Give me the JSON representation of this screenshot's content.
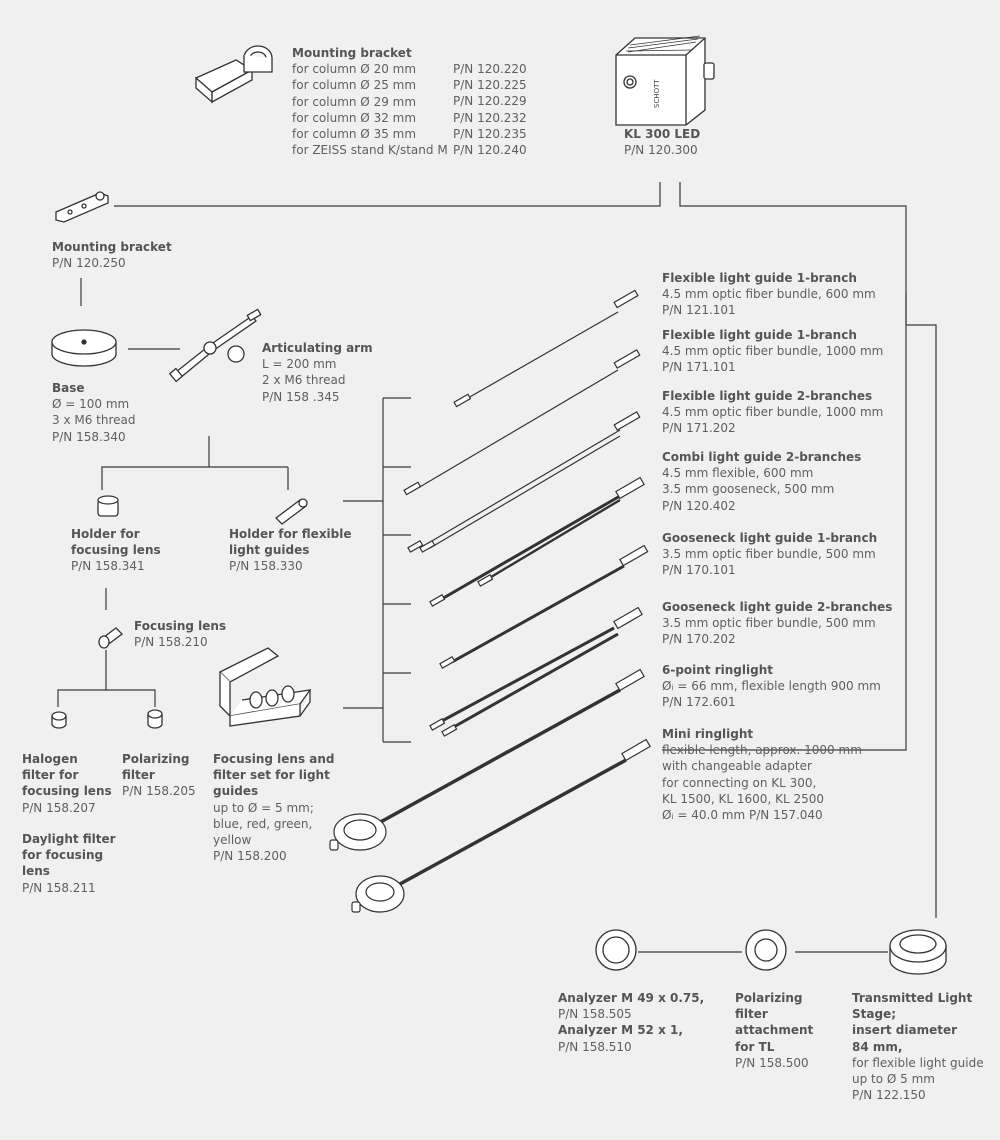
{
  "mounting_bracket_top": {
    "title": "Mounting bracket",
    "columns": [
      "for column Ø 20 mm",
      "for column Ø 25 mm",
      "for column Ø 29 mm",
      "for column Ø 32 mm",
      "for column Ø 35 mm",
      "for ZEISS stand K/stand M"
    ],
    "part_numbers": [
      "P/N 120.220",
      "P/N 120.225",
      "P/N 120.229",
      "P/N 120.232",
      "P/N 120.235",
      "P/N 120.240"
    ]
  },
  "kl300": {
    "title": "KL 300 LED",
    "pn": "P/N 120.300",
    "brand": "SCHOTT"
  },
  "mounting_bracket_left": {
    "title": "Mounting bracket",
    "pn": "P/N 120.250"
  },
  "base": {
    "title": "Base",
    "lines": [
      "Ø = 100 mm",
      "3 x M6 thread",
      "P/N 158.340"
    ]
  },
  "arm": {
    "title": "Articulating arm",
    "lines": [
      "L = 200 mm",
      "2 x M6 thread",
      "P/N 158 .345"
    ]
  },
  "holder_lens": {
    "title_lines": [
      "Holder for",
      "focusing lens"
    ],
    "pn": "P/N 158.341"
  },
  "holder_guides": {
    "title_lines": [
      "Holder for flexible",
      "light guides"
    ],
    "pn": "P/N 158.330"
  },
  "focusing_lens": {
    "title": "Focusing lens",
    "pn": "P/N 158.210"
  },
  "halogen": {
    "title_lines": [
      "Halogen",
      "filter for",
      "focusing lens"
    ],
    "pn": "P/N 158.207"
  },
  "polarizing": {
    "title_lines": [
      "Polarizing",
      "filter"
    ],
    "pn": "P/N 158.205"
  },
  "daylight": {
    "title_lines": [
      "Daylight filter",
      "for focusing",
      "lens"
    ],
    "pn": "P/N 158.211"
  },
  "lens_set": {
    "title_lines": [
      "Focusing lens and",
      "filter set for light",
      "guides"
    ],
    "lines": [
      "up to Ø = 5 mm;",
      "blue, red, green,",
      "yellow",
      "P/N 158.200"
    ]
  },
  "guides": [
    {
      "title": "Flexible light guide 1-branch",
      "lines": [
        "4.5 mm optic fiber bundle, 600 mm",
        "P/N 121.101"
      ]
    },
    {
      "title": "Flexible light guide 1-branch",
      "lines": [
        "4.5 mm optic fiber bundle, 1000 mm",
        "P/N 171.101"
      ]
    },
    {
      "title": "Flexible light guide 2-branches",
      "lines": [
        "4.5 mm optic fiber bundle, 1000 mm",
        "P/N 171.202"
      ]
    },
    {
      "title": "Combi light guide 2-branches",
      "lines": [
        "4.5 mm flexible, 600 mm",
        "3.5 mm gooseneck, 500 mm",
        "P/N 120.402"
      ]
    },
    {
      "title": "Gooseneck light guide 1-branch",
      "lines": [
        "3.5 mm optic fiber bundle, 500 mm",
        "P/N 170.101"
      ]
    },
    {
      "title": "Gooseneck light guide 2-branches",
      "lines": [
        "3.5 mm optic fiber bundle, 500 mm",
        "P/N 170.202"
      ]
    },
    {
      "title": "6-point ringlight",
      "lines": [
        "Øᵢ = 66 mm, flexible length 900 mm",
        "P/N 172.601"
      ]
    },
    {
      "title": "Mini ringlight",
      "lines": [
        "flexible length, approx. 1000 mm",
        "with changeable adapter",
        "for connecting on KL 300,",
        "KL 1500, KL 1600, KL 2500",
        "Øᵢ = 40.0 mm  P/N 157.040"
      ]
    }
  ],
  "analyzer": {
    "l1": "Analyzer M 49 x 0.75,",
    "l2": "P/N 158.505",
    "l3": "Analyzer M 52 x 1,",
    "l4": "P/N 158.510"
  },
  "pol_tl": {
    "title_lines": [
      "Polarizing",
      "filter",
      "attachment",
      "for TL"
    ],
    "pn": "P/N 158.500"
  },
  "tl_stage": {
    "title_lines": [
      "Transmitted Light",
      "Stage;",
      "insert diameter",
      "84 mm,"
    ],
    "lines": [
      "for flexible light guide",
      "up to Ø 5 mm",
      "P/N 122.150"
    ]
  },
  "colors": {
    "background": "#f0f0f0",
    "line": "#333333",
    "text": "#5f5f5f"
  }
}
